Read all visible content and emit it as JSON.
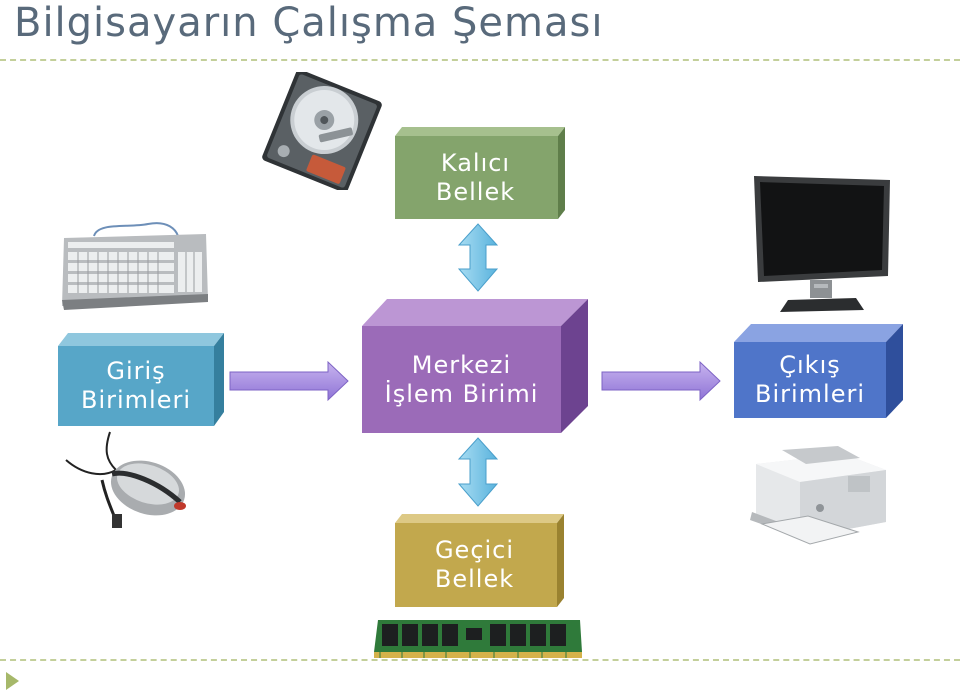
{
  "title": "Bilgisayarın Çalışma Şeması",
  "boxes": {
    "kalici": {
      "line1": "Kalıcı",
      "line2": "Bellek"
    },
    "giris": {
      "line1": "Giriş",
      "line2": "Birimleri"
    },
    "merkezi": {
      "line1": "Merkezi",
      "line2": "İşlem Birimi"
    },
    "cikis": {
      "line1": "Çıkış",
      "line2": "Birimleri"
    },
    "gecici": {
      "line1": "Geçici",
      "line2": "Bellek"
    }
  },
  "colors": {
    "kalici": "#84a46c",
    "giris": "#57a6c8",
    "merkezi": "#9b6bb8",
    "cikis": "#4f75c9",
    "gecici": "#c2a84d",
    "title": "#596a7b",
    "rule": "#c3cf9a"
  },
  "icons": {
    "hard_disk": "hard-disk-icon",
    "keyboard": "keyboard-icon",
    "mouse": "mouse-icon",
    "monitor": "monitor-icon",
    "printer": "printer-icon",
    "ram": "ram-module-icon"
  }
}
